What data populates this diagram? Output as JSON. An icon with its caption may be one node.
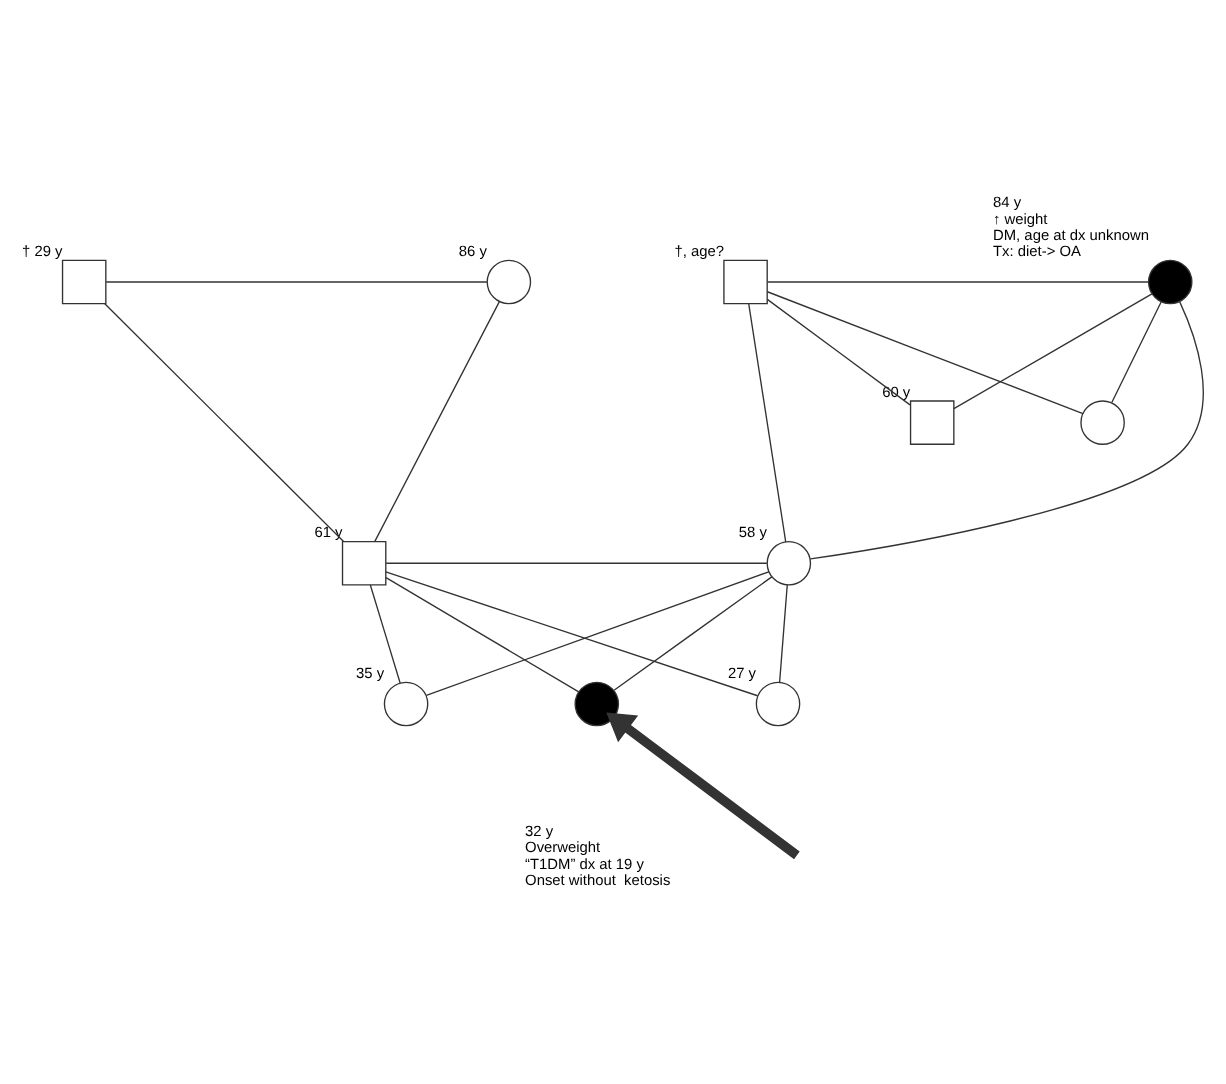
{
  "diagram": {
    "nodes": [
      {
        "text": [],
        "shape": "box",
        "beside": [
          "† 29 y"
        ]
      },
      {
        "text": [],
        "shape": "circle",
        "beside": [
          "86 y"
        ]
      },
      {
        "text": [],
        "shape": "box",
        "beside": [
          "†, age?"
        ]
      },
      {
        "text": [],
        "shape": "circle",
        "beside": [
          "84 y",
          "↑ weight",
          "DM, age at dx unknown",
          "Tx: diet-> OA"
        ]
      },
      {
        "text": [],
        "shape": "box",
        "beside": [
          "60 y"
        ]
      },
      {
        "text": [],
        "shape": "circle"
      },
      {
        "text": [],
        "shape": "box",
        "beside": [
          "61 y"
        ]
      },
      {
        "text": [],
        "shape": "circle",
        "beside": [
          "58 y"
        ]
      },
      {
        "text": [],
        "shape": "circle",
        "beside": [
          "35 y"
        ]
      },
      {
        "text": [],
        "shape": "circle",
        "beside": [
          "32 y",
          "Overweight",
          "“T1DM” dx at 19 y",
          "Onset without  ketosis"
        ]
      },
      {
        "text": [],
        "shape": "circle",
        "beside": [
          "27 y"
        ]
      }
    ],
    "edges": [
      {
        "from": 0,
        "to": 1,
        "arrow": "none"
      },
      {
        "from": 2,
        "to": 3,
        "arrow": "none"
      },
      {
        "from": 0,
        "to": 6,
        "arrow": "none"
      },
      {
        "from": 1,
        "to": 6,
        "arrow": "none"
      },
      {
        "from": 2,
        "to": 4,
        "arrow": "none"
      },
      {
        "from": 3,
        "to": 4,
        "arrow": "none"
      },
      {
        "from": 2,
        "to": 7,
        "arrow": "none"
      },
      {
        "from": 3,
        "to": 7,
        "arrow": "none"
      },
      {
        "from": 2,
        "to": 5,
        "arrow": "none"
      },
      {
        "from": 3,
        "to": 5,
        "arrow": "none"
      },
      {
        "from": 6,
        "to": 7,
        "arrow": "none"
      },
      {
        "from": 6,
        "to": 8,
        "arrow": "none"
      },
      {
        "from": 7,
        "to": 8,
        "arrow": "none"
      },
      {
        "from": 6,
        "to": 9,
        "arrow": "none"
      },
      {
        "from": 7,
        "to": 9,
        "arrow": "none"
      },
      {
        "from": 6,
        "to": 10,
        "arrow": "none"
      },
      {
        "from": 7,
        "to": 10,
        "arrow": "none"
      },
      {
        "from": null,
        "to": 9,
        "arrow": "to",
        "style": "thick"
      }
    ]
  }
}
